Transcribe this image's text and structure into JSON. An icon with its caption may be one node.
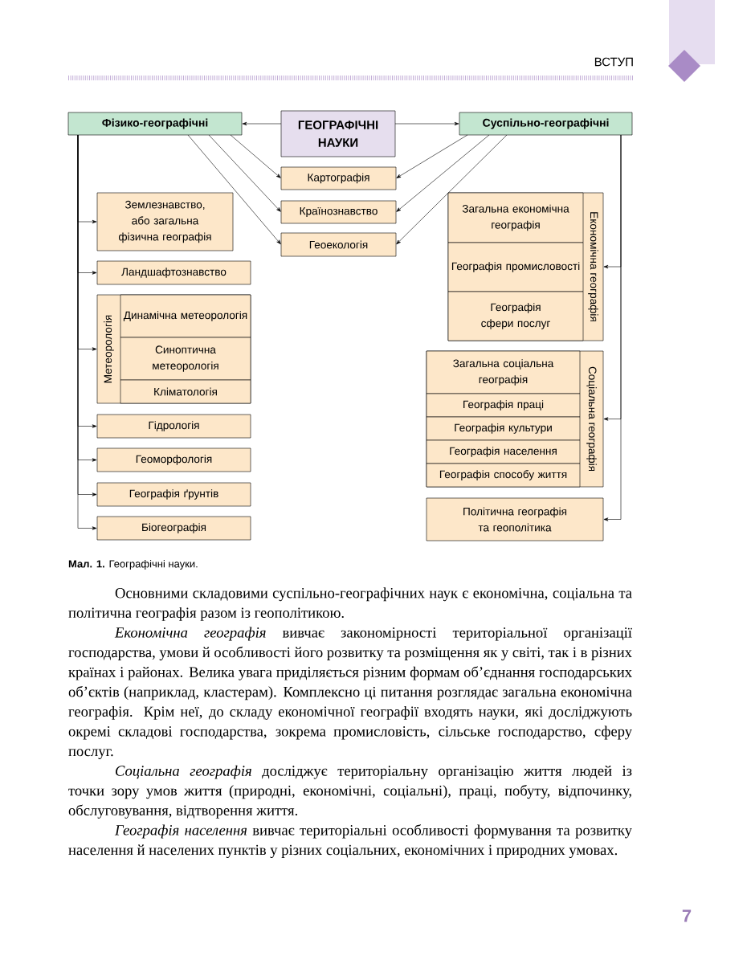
{
  "diagram": {
    "caption": "**Мал. 1.** Географічні науки.",
    "nodes": [
      {
        "text": [
          "ГЕОГРАФІЧНІ НАУКИ"
        ]
      },
      {
        "text": [
          "Фізико-географічні"
        ]
      },
      {
        "text": [
          "Суспільно-географічні"
        ]
      },
      {
        "text": [
          "Картографія"
        ]
      },
      {
        "text": [
          "Країнознавство"
        ]
      },
      {
        "text": [
          "Геоекологія"
        ]
      },
      {
        "text": [
          "Землезнавство, або загальна фізична географія"
        ]
      },
      {
        "text": [
          "Ландшафтознавство"
        ]
      },
      {
        "text": [
          "Метеорологія"
        ]
      },
      {
        "text": [
          "Динамічна метеорологія"
        ],
        "in": 8
      },
      {
        "text": [
          "Синоптична метеорологія"
        ],
        "in": 8
      },
      {
        "text": [
          "Кліматологія"
        ],
        "in": 8
      },
      {
        "text": [
          "Гідрологія"
        ]
      },
      {
        "text": [
          "Геоморфологія"
        ]
      },
      {
        "text": [
          "Географія ґрунтів"
        ]
      },
      {
        "text": [
          "Біогеографія"
        ]
      },
      {
        "text": [
          "Економічна географія"
        ]
      },
      {
        "text": [
          "Загальна економічна географія"
        ],
        "in": 16
      },
      {
        "text": [
          "Географія промисловості"
        ],
        "in": 16
      },
      {
        "text": [
          "Географія сфери послуг"
        ],
        "in": 16
      },
      {
        "text": [
          "Соціальна географія"
        ]
      },
      {
        "text": [
          "Загальна соціальна географія"
        ],
        "in": 20
      },
      {
        "text": [
          "Географія праці"
        ],
        "in": 20
      },
      {
        "text": [
          "Географія культури"
        ],
        "in": 20
      },
      {
        "text": [
          "Географія населення"
        ],
        "in": 20
      },
      {
        "text": [
          "Географія способу життя"
        ],
        "in": 20
      },
      {
        "text": [
          "Політична географія та геополітика"
        ]
      }
    ],
    "edges": [
      {
        "from": 0,
        "to": 1,
        "arrow": "to"
      },
      {
        "from": 0,
        "to": 2,
        "arrow": "to"
      },
      {
        "from": 1,
        "to": 3,
        "arrow": "to"
      },
      {
        "from": 1,
        "to": 4,
        "arrow": "to"
      },
      {
        "from": 1,
        "to": 5,
        "arrow": "to"
      },
      {
        "from": 2,
        "to": 3,
        "arrow": "to"
      },
      {
        "from": 2,
        "to": 4,
        "arrow": "to"
      },
      {
        "from": 2,
        "to": 5,
        "arrow": "to"
      },
      {
        "from": 1,
        "to": 6,
        "arrow": "to"
      },
      {
        "from": 1,
        "to": 7,
        "arrow": "to"
      },
      {
        "from": 1,
        "to": 8,
        "arrow": "to"
      },
      {
        "from": 1,
        "to": 12,
        "arrow": "to"
      },
      {
        "from": 1,
        "to": 13,
        "arrow": "to"
      },
      {
        "from": 1,
        "to": 14,
        "arrow": "to"
      },
      {
        "from": 1,
        "to": 15,
        "arrow": "to"
      },
      {
        "from": 2,
        "to": 16,
        "arrow": "to"
      },
      {
        "from": 2,
        "to": 20,
        "arrow": "to"
      },
      {
        "from": 2,
        "to": 26,
        "arrow": "to"
      }
    ],
    "labels": [
      "ВСТУП",
      "Основними складовими суспільно-географічних наук є економічна, соціальна та політична географія разом із геополітикою.",
      "*Економічна географія* вивчає закономірності територіальної організації господарства, умови й особливості його розвитку та розміщення як у світі, так і в різних країнах і районах. Велика увага приділяється різним формам об’єднання господарських об’єктів (наприклад, кластерам). Комплексно ці питання розглядає загальна економічна географія. Крім неї, до складу економічної географії входять науки, які досліджують окремі складові господарства, зокрема промисловість, сільське господарство, сферу послуг.",
      "*Соціальна географія* досліджує територіальну організацію життя людей із точки зору умов життя (природні, економічні, соціальні), праці, побуту, відпочинку, обслуговування, відтворення життя.",
      "*Географія населення* вивчає територіальні особливості формування та розвитку населення й населених пунктів у різних соціальних, економічних і природних умовах.",
      "7"
    ]
  }
}
